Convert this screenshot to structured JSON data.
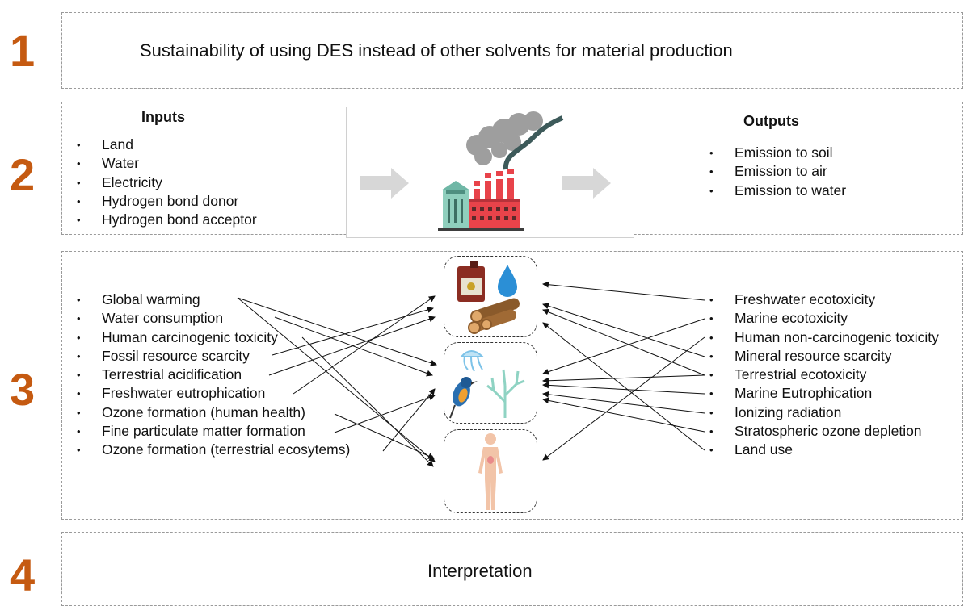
{
  "steps": {
    "s1": {
      "number": "1",
      "title": "Sustainability of using DES instead of other solvents for material production"
    },
    "s2": {
      "number": "2",
      "inputs_heading": "Inputs",
      "inputs": [
        "Land",
        "Water",
        "Electricity",
        "Hydrogen bond donor",
        "Hydrogen bond acceptor"
      ],
      "outputs_heading": "Outputs",
      "outputs": [
        "Emission to soil",
        "Emission to air",
        "Emission to water"
      ]
    },
    "s3": {
      "number": "3",
      "left_categories": [
        "Global warming",
        "Water consumption",
        "Human carcinogenic toxicity",
        "Fossil resource scarcity",
        "Terrestrial acidification",
        "Freshwater eutrophication",
        "Ozone formation (human health)",
        "Fine particulate matter formation",
        "Ozone formation (terrestrial ecosytems)"
      ],
      "right_categories": [
        "Freshwater ecotoxicity",
        "Marine ecotoxicity",
        "Human non-carcinogenic toxicity",
        "Mineral resource scarcity",
        "Terrestrial ecotoxicity",
        "Marine Eutrophication",
        "Ionizing radiation",
        "Stratospheric ozone depletion",
        "Land use"
      ],
      "endpoint_icons": [
        "resources-icon",
        "ecosystems-icon",
        "human-health-icon"
      ]
    },
    "s4": {
      "number": "4",
      "title": "Interpretation"
    }
  },
  "colors": {
    "step_number": "#C55A11",
    "arrow": "#111111",
    "box_border": "#9a9a9a",
    "factory_red": "#E8434A",
    "factory_teal": "#6FB7A6",
    "smoke": "#9E9E9E"
  }
}
